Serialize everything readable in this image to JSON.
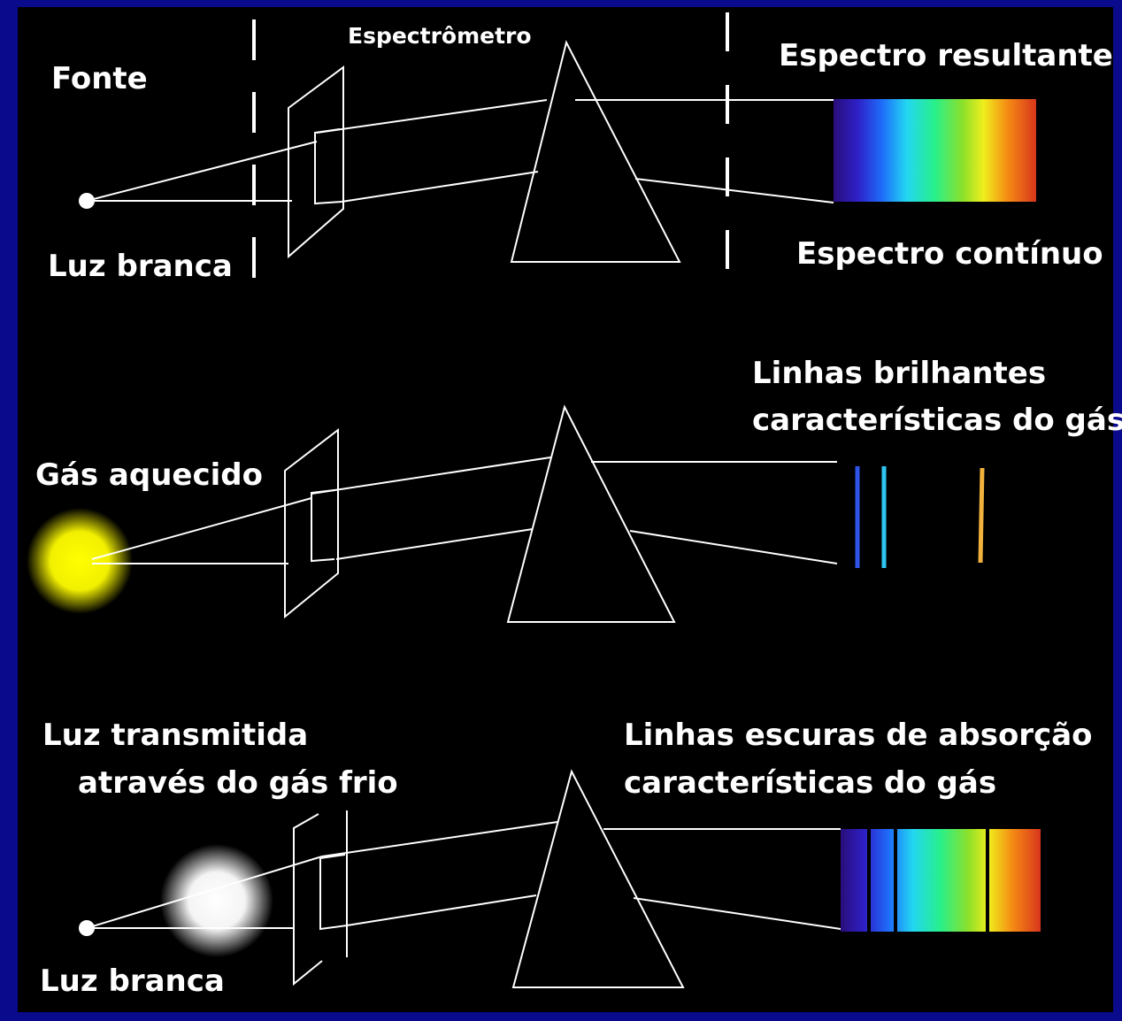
{
  "panel1": {
    "source_label": "Fonte",
    "source_sub_label": "Luz branca",
    "spectrometer_label": "Espectrômetro",
    "result_title": "Espectro resultante",
    "result_caption": "Espectro contínuo"
  },
  "panel2": {
    "source_label": "Gás aquecido",
    "caption_line1": "Linhas brilhantes",
    "caption_line2": "características do gás"
  },
  "panel3": {
    "source_line1": "Luz transmitida",
    "source_line2": "através do gás frio",
    "source_sub_label": "Luz branca",
    "caption_line1": "Linhas escuras de absorção",
    "caption_line2": "características do gás"
  },
  "colors": {
    "background_frame": "#0a0a8c",
    "panel": "#000000",
    "lines": "#ffffff",
    "hot_gas": "#ffff00",
    "cold_gas": "#ffffff",
    "emission_blue": "#2f55e8",
    "emission_cyan": "#2ec4f0",
    "emission_orange": "#f0b23c"
  }
}
